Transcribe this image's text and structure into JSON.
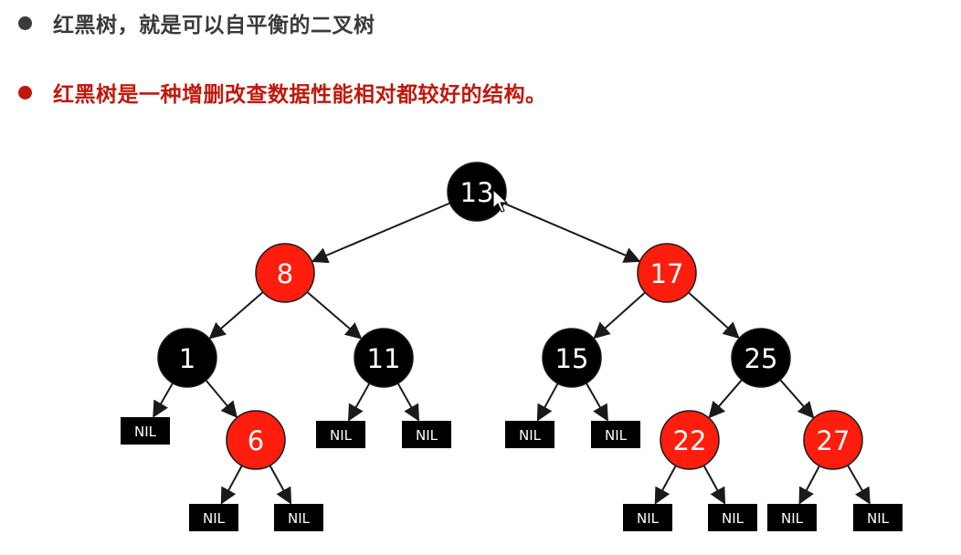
{
  "bullets": [
    {
      "text": "红黑树，就是可以自平衡的二叉树",
      "color": "#3a3a3a"
    },
    {
      "text": "红黑树是一种增删改查数据性能相对都较好的结构。",
      "color": "#c0180c"
    }
  ],
  "colors": {
    "red_node": "#ff1d0d",
    "black_node": "#000000",
    "nil_box": "#000000",
    "text_on_node": "#ffffff"
  },
  "tree": {
    "nodes": [
      {
        "id": "n13",
        "label": "13",
        "color": "black"
      },
      {
        "id": "n8",
        "label": "8",
        "color": "red"
      },
      {
        "id": "n17",
        "label": "17",
        "color": "red"
      },
      {
        "id": "n1",
        "label": "1",
        "color": "black"
      },
      {
        "id": "n11",
        "label": "11",
        "color": "black"
      },
      {
        "id": "n15",
        "label": "15",
        "color": "black"
      },
      {
        "id": "n25",
        "label": "25",
        "color": "black"
      },
      {
        "id": "n6",
        "label": "6",
        "color": "red"
      },
      {
        "id": "n22",
        "label": "22",
        "color": "red"
      },
      {
        "id": "n27",
        "label": "27",
        "color": "red"
      }
    ],
    "nil_label": "NIL",
    "nils": [
      "nil1L",
      "nil6L",
      "nil6R",
      "nil11L",
      "nil11R",
      "nil15L",
      "nil15R",
      "nil22L",
      "nil22R",
      "nil27L",
      "nil27R"
    ],
    "edges": [
      [
        "n13",
        "n8"
      ],
      [
        "n13",
        "n17"
      ],
      [
        "n8",
        "n1"
      ],
      [
        "n8",
        "n11"
      ],
      [
        "n17",
        "n15"
      ],
      [
        "n17",
        "n25"
      ],
      [
        "n1",
        "nil1L"
      ],
      [
        "n1",
        "n6"
      ],
      [
        "n11",
        "nil11L"
      ],
      [
        "n11",
        "nil11R"
      ],
      [
        "n15",
        "nil15L"
      ],
      [
        "n15",
        "nil15R"
      ],
      [
        "n25",
        "n22"
      ],
      [
        "n25",
        "n27"
      ],
      [
        "n6",
        "nil6L"
      ],
      [
        "n6",
        "nil6R"
      ],
      [
        "n22",
        "nil22L"
      ],
      [
        "n22",
        "nil22R"
      ],
      [
        "n27",
        "nil27L"
      ],
      [
        "n27",
        "nil27R"
      ]
    ]
  }
}
